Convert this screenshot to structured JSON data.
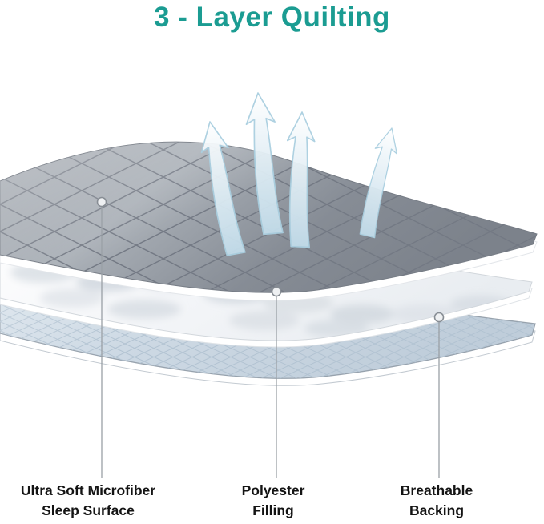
{
  "page": {
    "title": "3 - Layer Quilting"
  },
  "colors": {
    "title_teal": "#1b9c92",
    "layer_top_gray": "#8e949d",
    "layer_middle_white": "#f4f6f8",
    "layer_bottom_blue": "#cdd9e4",
    "arrow_fill_blue": "#dceaf2",
    "callout_line_gray": "#9aa0a6",
    "label_text": "#141414",
    "background": "#ffffff"
  },
  "icons": [
    {
      "name": "airflow-up-arrow-icon",
      "glyph": "↑",
      "count": 4
    }
  ],
  "callouts": [
    {
      "line1": "Ultra Soft Microfiber",
      "line2": "Sleep Surface"
    },
    {
      "line1": "Polyester",
      "line2": "Filling"
    },
    {
      "line1": "Breathable",
      "line2": "Backing"
    }
  ]
}
